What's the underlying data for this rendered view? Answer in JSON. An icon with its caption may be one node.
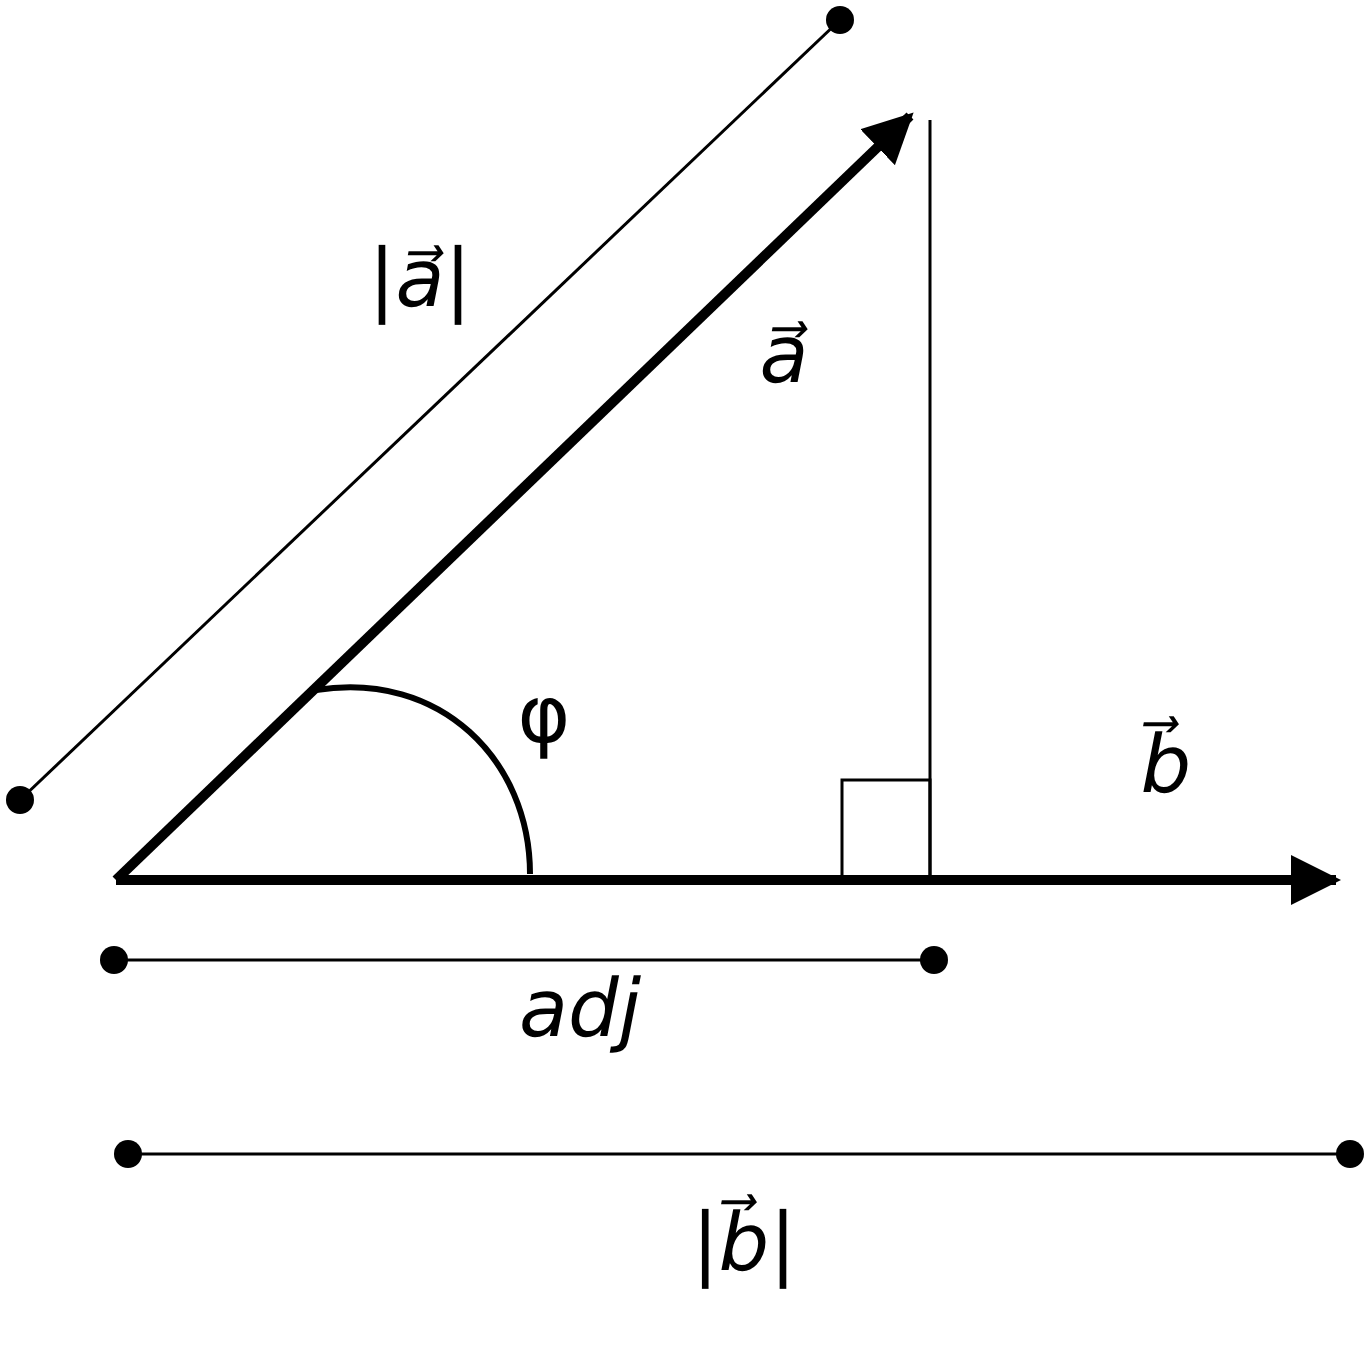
{
  "diagram": {
    "labels": [
      "|a⃗|",
      "a⃗",
      "φ",
      "b⃗",
      "adj",
      "|b⃗|"
    ]
  }
}
